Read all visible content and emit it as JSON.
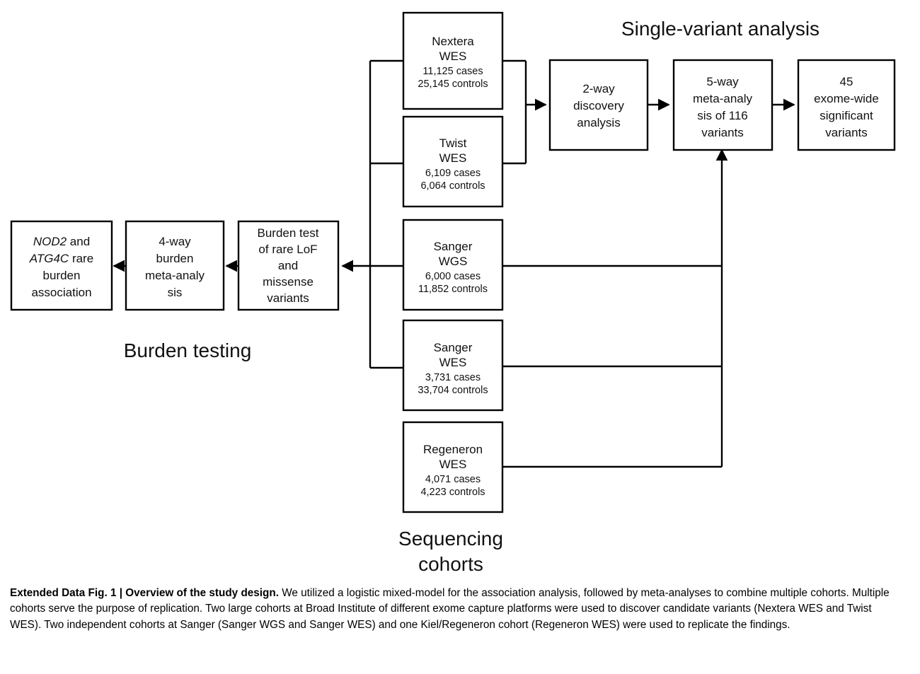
{
  "figure": {
    "section_labels": {
      "single_variant": "Single-variant analysis",
      "burden_testing": "Burden testing",
      "sequencing_cohorts_line1": "Sequencing",
      "sequencing_cohorts_line2": "cohorts"
    },
    "cohorts": [
      {
        "id": "nextera-wes",
        "name_line1": "Nextera",
        "name_line2": "WES",
        "cases": "11,125 cases",
        "controls": "25,145 controls"
      },
      {
        "id": "twist-wes",
        "name_line1": "Twist",
        "name_line2": "WES",
        "cases": "6,109 cases",
        "controls": "6,064 controls"
      },
      {
        "id": "sanger-wgs",
        "name_line1": "Sanger",
        "name_line2": "WGS",
        "cases": "6,000 cases",
        "controls": "11,852 controls"
      },
      {
        "id": "sanger-wes",
        "name_line1": "Sanger",
        "name_line2": "WES",
        "cases": "3,731 cases",
        "controls": "33,704 controls"
      },
      {
        "id": "regeneron-wes",
        "name_line1": "Regeneron",
        "name_line2": "WES",
        "cases": "4,071 cases",
        "controls": "4,223 controls"
      }
    ],
    "single_variant_steps": [
      {
        "id": "two-way-discovery",
        "lines": [
          "2-way",
          "discovery",
          "analysis"
        ]
      },
      {
        "id": "five-way-meta",
        "lines": [
          "5-way",
          "meta-analy",
          "sis of 116",
          "variants"
        ]
      },
      {
        "id": "exome-wide-significant",
        "lines": [
          "45",
          "exome-wide",
          "significant",
          "variants"
        ]
      }
    ],
    "burden_steps": [
      {
        "id": "burden-association-result",
        "lines": [
          {
            "text": "NOD2",
            "italic": true,
            "suffix": " and"
          },
          {
            "text": "ATG4C",
            "italic": true,
            "suffix": " rare"
          },
          {
            "text": "burden",
            "italic": false,
            "suffix": ""
          },
          {
            "text": "association",
            "italic": false,
            "suffix": ""
          }
        ]
      },
      {
        "id": "four-way-burden-meta",
        "lines": [
          "4-way",
          "burden",
          "meta-analy",
          "sis"
        ]
      },
      {
        "id": "burden-test",
        "lines": [
          "Burden test",
          "of rare LoF",
          "and",
          "missense",
          "variants"
        ]
      }
    ]
  },
  "caption": {
    "bold_prefix": "Extended Data Fig. 1 | Overview of the study design.",
    "body": " We utilized a logistic mixed-model for the association analysis, followed by meta-analyses to combine multiple cohorts. Multiple cohorts serve the purpose of replication. Two large cohorts at Broad Institute of different exome capture platforms were used to discover candidate variants (Nextera WES and Twist WES). Two independent cohorts at Sanger (Sanger WGS and Sanger WES) and one Kiel/Regeneron cohort (Regeneron WES) were used to replicate the findings."
  },
  "colors": {
    "stroke": "#000000",
    "box_fill": "#ffffff",
    "text": "#111111",
    "background": "#ffffff"
  }
}
